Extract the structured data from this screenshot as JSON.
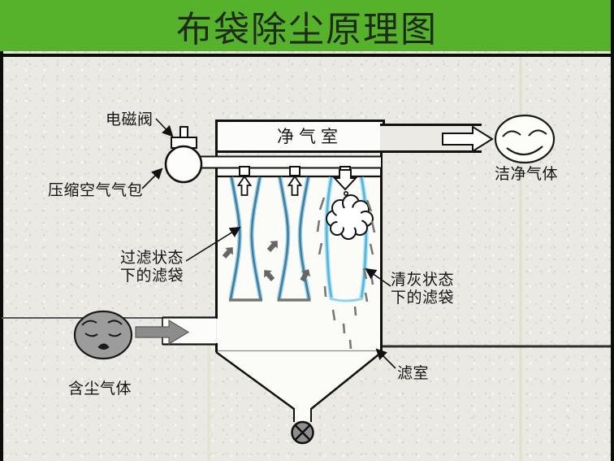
{
  "title": "布袋除尘原理图",
  "labels": {
    "solenoid_valve": "电磁阀",
    "clean_air_chamber": "净气室",
    "compressed_air_bag": "压缩空气气包",
    "clean_gas": "洁净气体",
    "filtering_bag_line1": "过滤状态",
    "filtering_bag_line2": "下的滤袋",
    "cleaning_bag_line1": "清灰状态",
    "cleaning_bag_line2": "下的滤袋",
    "dusty_gas": "含尘气体",
    "filter_chamber": "滤室"
  },
  "colors": {
    "title_bar": "#56b22b",
    "background": "#eae9e4",
    "line": "#111111",
    "bag_filtering": "#3e7fa3",
    "bag_filtering_light": "#9ecfe3",
    "bag_cleaning": "#54b8dc",
    "bag_cleaning_light": "#b9e4f2",
    "gray_accent": "#8c8c8c"
  }
}
